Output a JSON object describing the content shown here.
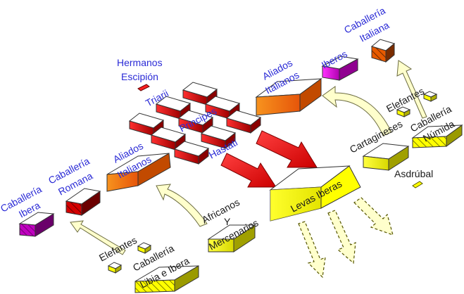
{
  "colors": {
    "label_blue": "#2b2bd6",
    "label_dark": "#1a1a1a",
    "roman_red": "#e30613",
    "allied_orange": "#f07f1e",
    "iberian_magenta": "#e000e0",
    "african_yellow": "#ffff00",
    "arrow_red": "#ff0000",
    "arrow_cream": "#ffffcc"
  },
  "labels": {
    "hermanos_escipion": [
      "Hermanos",
      "Escipión"
    ],
    "triarii": "Triarii",
    "principes": "Principes",
    "hastati": "Hastati",
    "aliados_italianos_center": [
      "Aliados",
      "Italianos"
    ],
    "aliados_italianos_left": [
      "Aliados",
      "Italianos"
    ],
    "caballeria_ibera_left": [
      "Caballería",
      "Ibera"
    ],
    "caballeria_romana": [
      "Caballería",
      "Romana"
    ],
    "iberos": "Iberos",
    "caballeria_italiana": [
      "Caballería",
      "Italiana"
    ],
    "elefantes_right": "Elefantes",
    "caballeria_numida": [
      "Caballería",
      "Númida"
    ],
    "cartagineses": "Cartagineses",
    "asdrubal": "Asdrúbal",
    "levas_iberas": "Levas Iberas",
    "africanos_mercenarios": [
      "Africanos",
      "Y",
      "Mercenarios"
    ],
    "elefantes_left": "Elefantes",
    "caballeria_libia_ibera": [
      "Caballería",
      "Libia e Ibera"
    ]
  }
}
